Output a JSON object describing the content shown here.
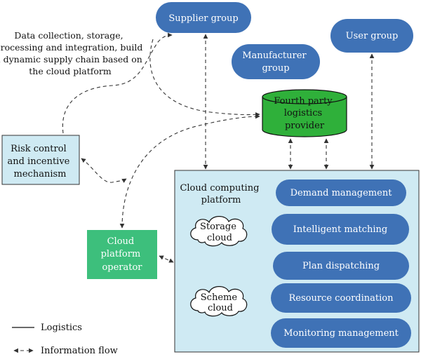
{
  "nodes": {
    "supplier": [
      "Supplier group"
    ],
    "manufacturer": [
      "Manufacturer",
      "group"
    ],
    "user": [
      "User group"
    ],
    "fourth_party": [
      "Fourth party",
      "logistics",
      "provider"
    ],
    "risk_control": [
      "Risk control",
      "and incentive",
      "mechanism"
    ],
    "cloud_operator": [
      "Cloud",
      "platform",
      "operator"
    ],
    "platform": [
      "Cloud computing",
      "platform"
    ],
    "storage_cloud": [
      "Storage",
      "cloud"
    ],
    "scheme_cloud": [
      "Scheme",
      "cloud"
    ]
  },
  "modules": [
    "Demand management",
    "Intelligent matching",
    "Plan dispatching",
    "Resource coordination",
    "Monitoring management"
  ],
  "annotation": [
    "Data collection, storage,",
    "processing and integration, build",
    "a dynamic supply chain based on",
    "the cloud platform"
  ],
  "legend": {
    "logistics": "Logistics",
    "information_flow": "Information flow"
  },
  "colors": {
    "blue_pill": "#3f72b6",
    "green_cylinder": "#2fb03a",
    "teal_box": "#3dbf7c",
    "light_cyan": "#cfeaf3",
    "arrow": "#333333"
  }
}
